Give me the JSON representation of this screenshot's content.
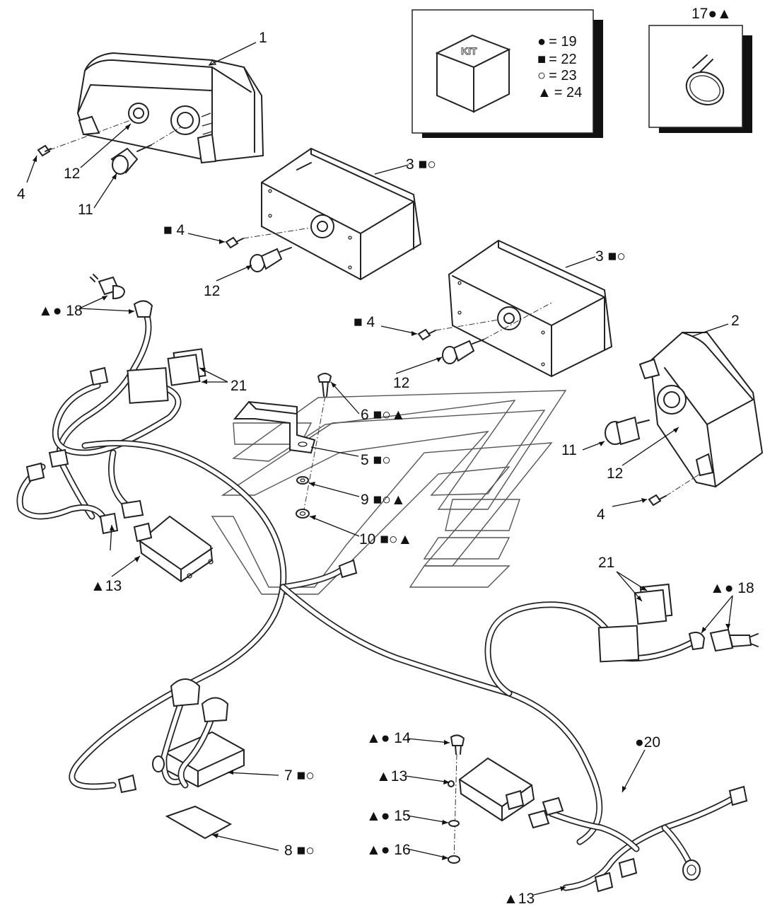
{
  "kit_legend": {
    "badge": "KIT",
    "entries": [
      {
        "symbol": "●",
        "text": "= 19"
      },
      {
        "symbol": "■",
        "text": "= 22"
      },
      {
        "symbol": "○",
        "text": "= 23"
      },
      {
        "symbol": "▲",
        "text": "= 24"
      }
    ]
  },
  "callouts": {
    "c1": "1",
    "c2": "2",
    "c3a": "3 ■○",
    "c3b": "3 ■○",
    "c4a": "4",
    "c4b": "■ 4",
    "c4c": "■ 4",
    "c4d": "4",
    "c5": "5 ■○",
    "c6": "6 ■○▲",
    "c7": "7 ■○",
    "c8": "8 ■○",
    "c9": "9 ■○▲",
    "c10": "10 ■○▲",
    "c11a": "11",
    "c11b": "11",
    "c12a": "12",
    "c12b": "12",
    "c12c": "12",
    "c12d": "12",
    "c13a": "▲13",
    "c13b": "▲13",
    "c13c": "▲13",
    "c14": "▲● 14",
    "c15": "▲● 15",
    "c16": "▲● 16",
    "c17": "17●▲",
    "c18a": "▲● 18",
    "c18b": "▲● 18",
    "c20": "●20",
    "c21a": "21",
    "c21b": "21"
  }
}
